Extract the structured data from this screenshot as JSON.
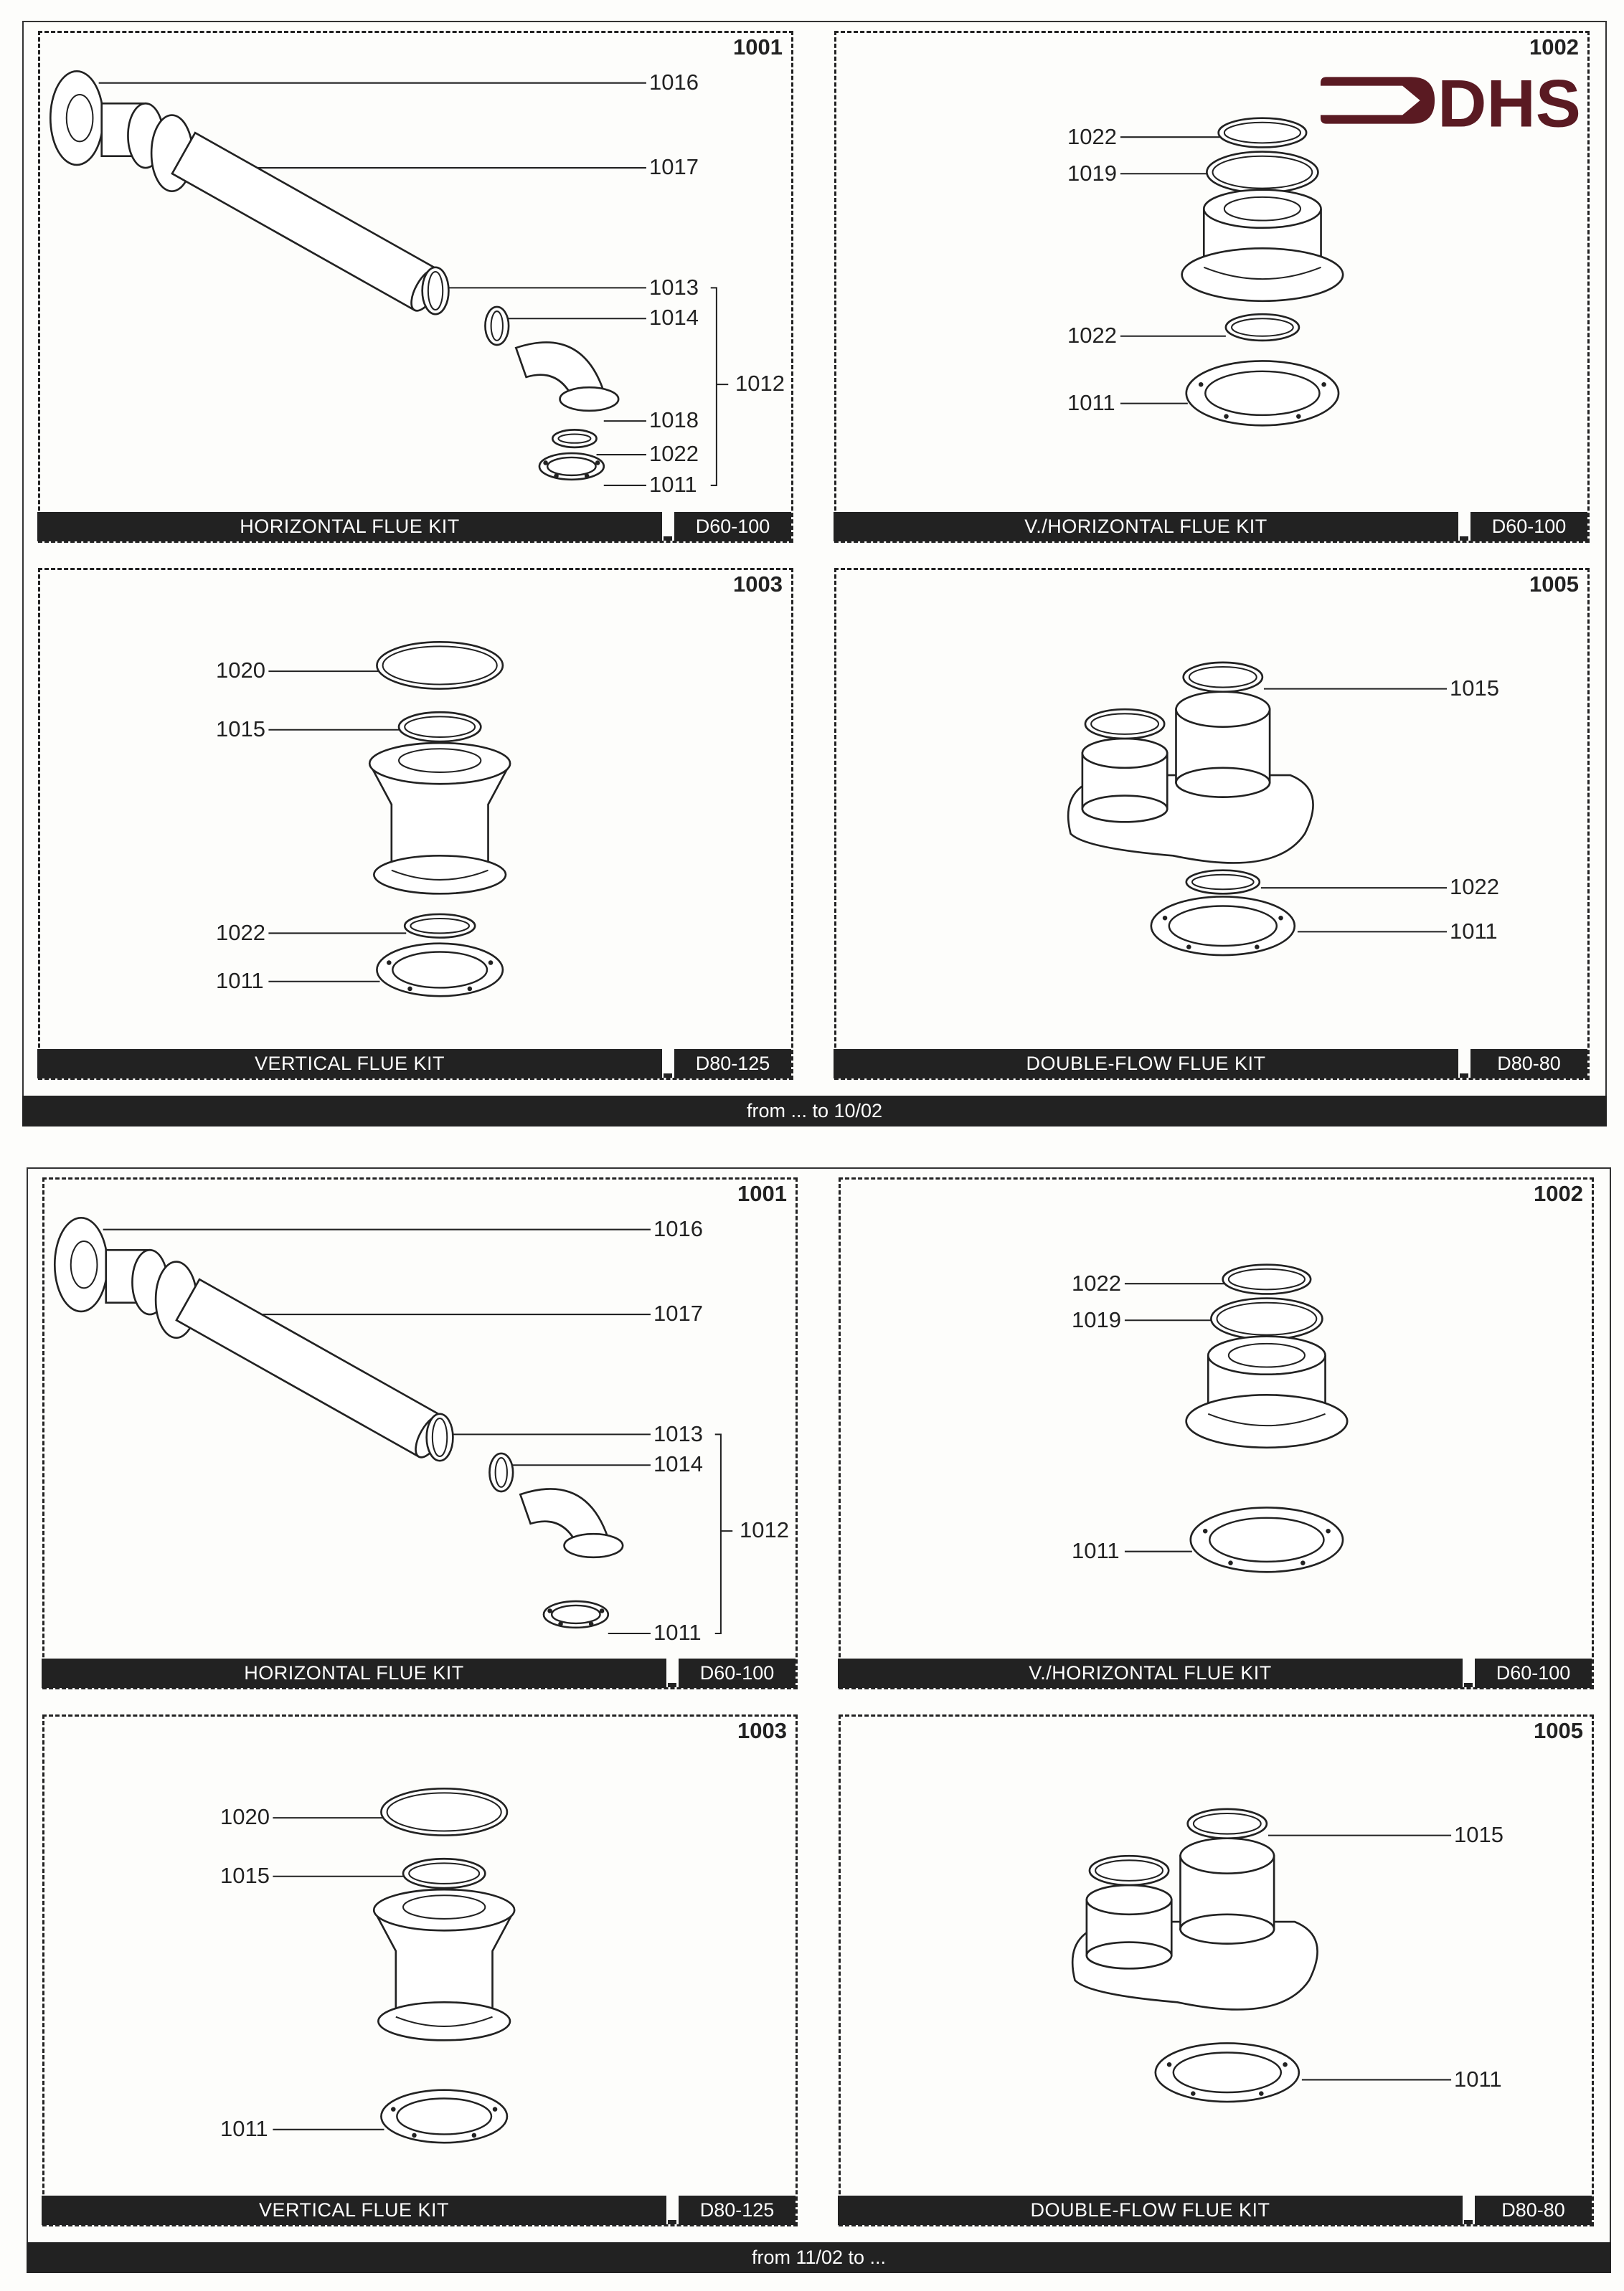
{
  "logo": {
    "text": "DHS",
    "color": "#5a1a22"
  },
  "sheets": [
    {
      "footer": "from ... to 10/02",
      "panels": [
        {
          "number": "1001",
          "title": "HORIZONTAL FLUE KIT",
          "code": "D60-100",
          "labels": [
            "1016",
            "1017",
            "1013",
            "1014",
            "1012",
            "1018",
            "1022",
            "1011"
          ]
        },
        {
          "number": "1002",
          "title": "V./HORIZONTAL FLUE KIT",
          "code": "D60-100",
          "labels": [
            "1022",
            "1019",
            "1022",
            "1011"
          ]
        },
        {
          "number": "1003",
          "title": "VERTICAL FLUE KIT",
          "code": "D80-125",
          "labels": [
            "1020",
            "1015",
            "1022",
            "1011"
          ]
        },
        {
          "number": "1005",
          "title": "DOUBLE-FLOW FLUE KIT",
          "code": "D80-80",
          "labels": [
            "1015",
            "1022",
            "1011"
          ]
        }
      ]
    },
    {
      "footer": "from 11/02 to ...",
      "panels": [
        {
          "number": "1001",
          "title": "HORIZONTAL FLUE KIT",
          "code": "D60-100",
          "labels": [
            "1016",
            "1017",
            "1013",
            "1014",
            "1012",
            "1011"
          ]
        },
        {
          "number": "1002",
          "title": "V./HORIZONTAL FLUE KIT",
          "code": "D60-100",
          "labels": [
            "1022",
            "1019",
            "1011"
          ]
        },
        {
          "number": "1003",
          "title": "VERTICAL FLUE KIT",
          "code": "D80-125",
          "labels": [
            "1020",
            "1015",
            "1011"
          ]
        },
        {
          "number": "1005",
          "title": "DOUBLE-FLOW FLUE KIT",
          "code": "D80-80",
          "labels": [
            "1015",
            "1011"
          ]
        }
      ]
    }
  ]
}
